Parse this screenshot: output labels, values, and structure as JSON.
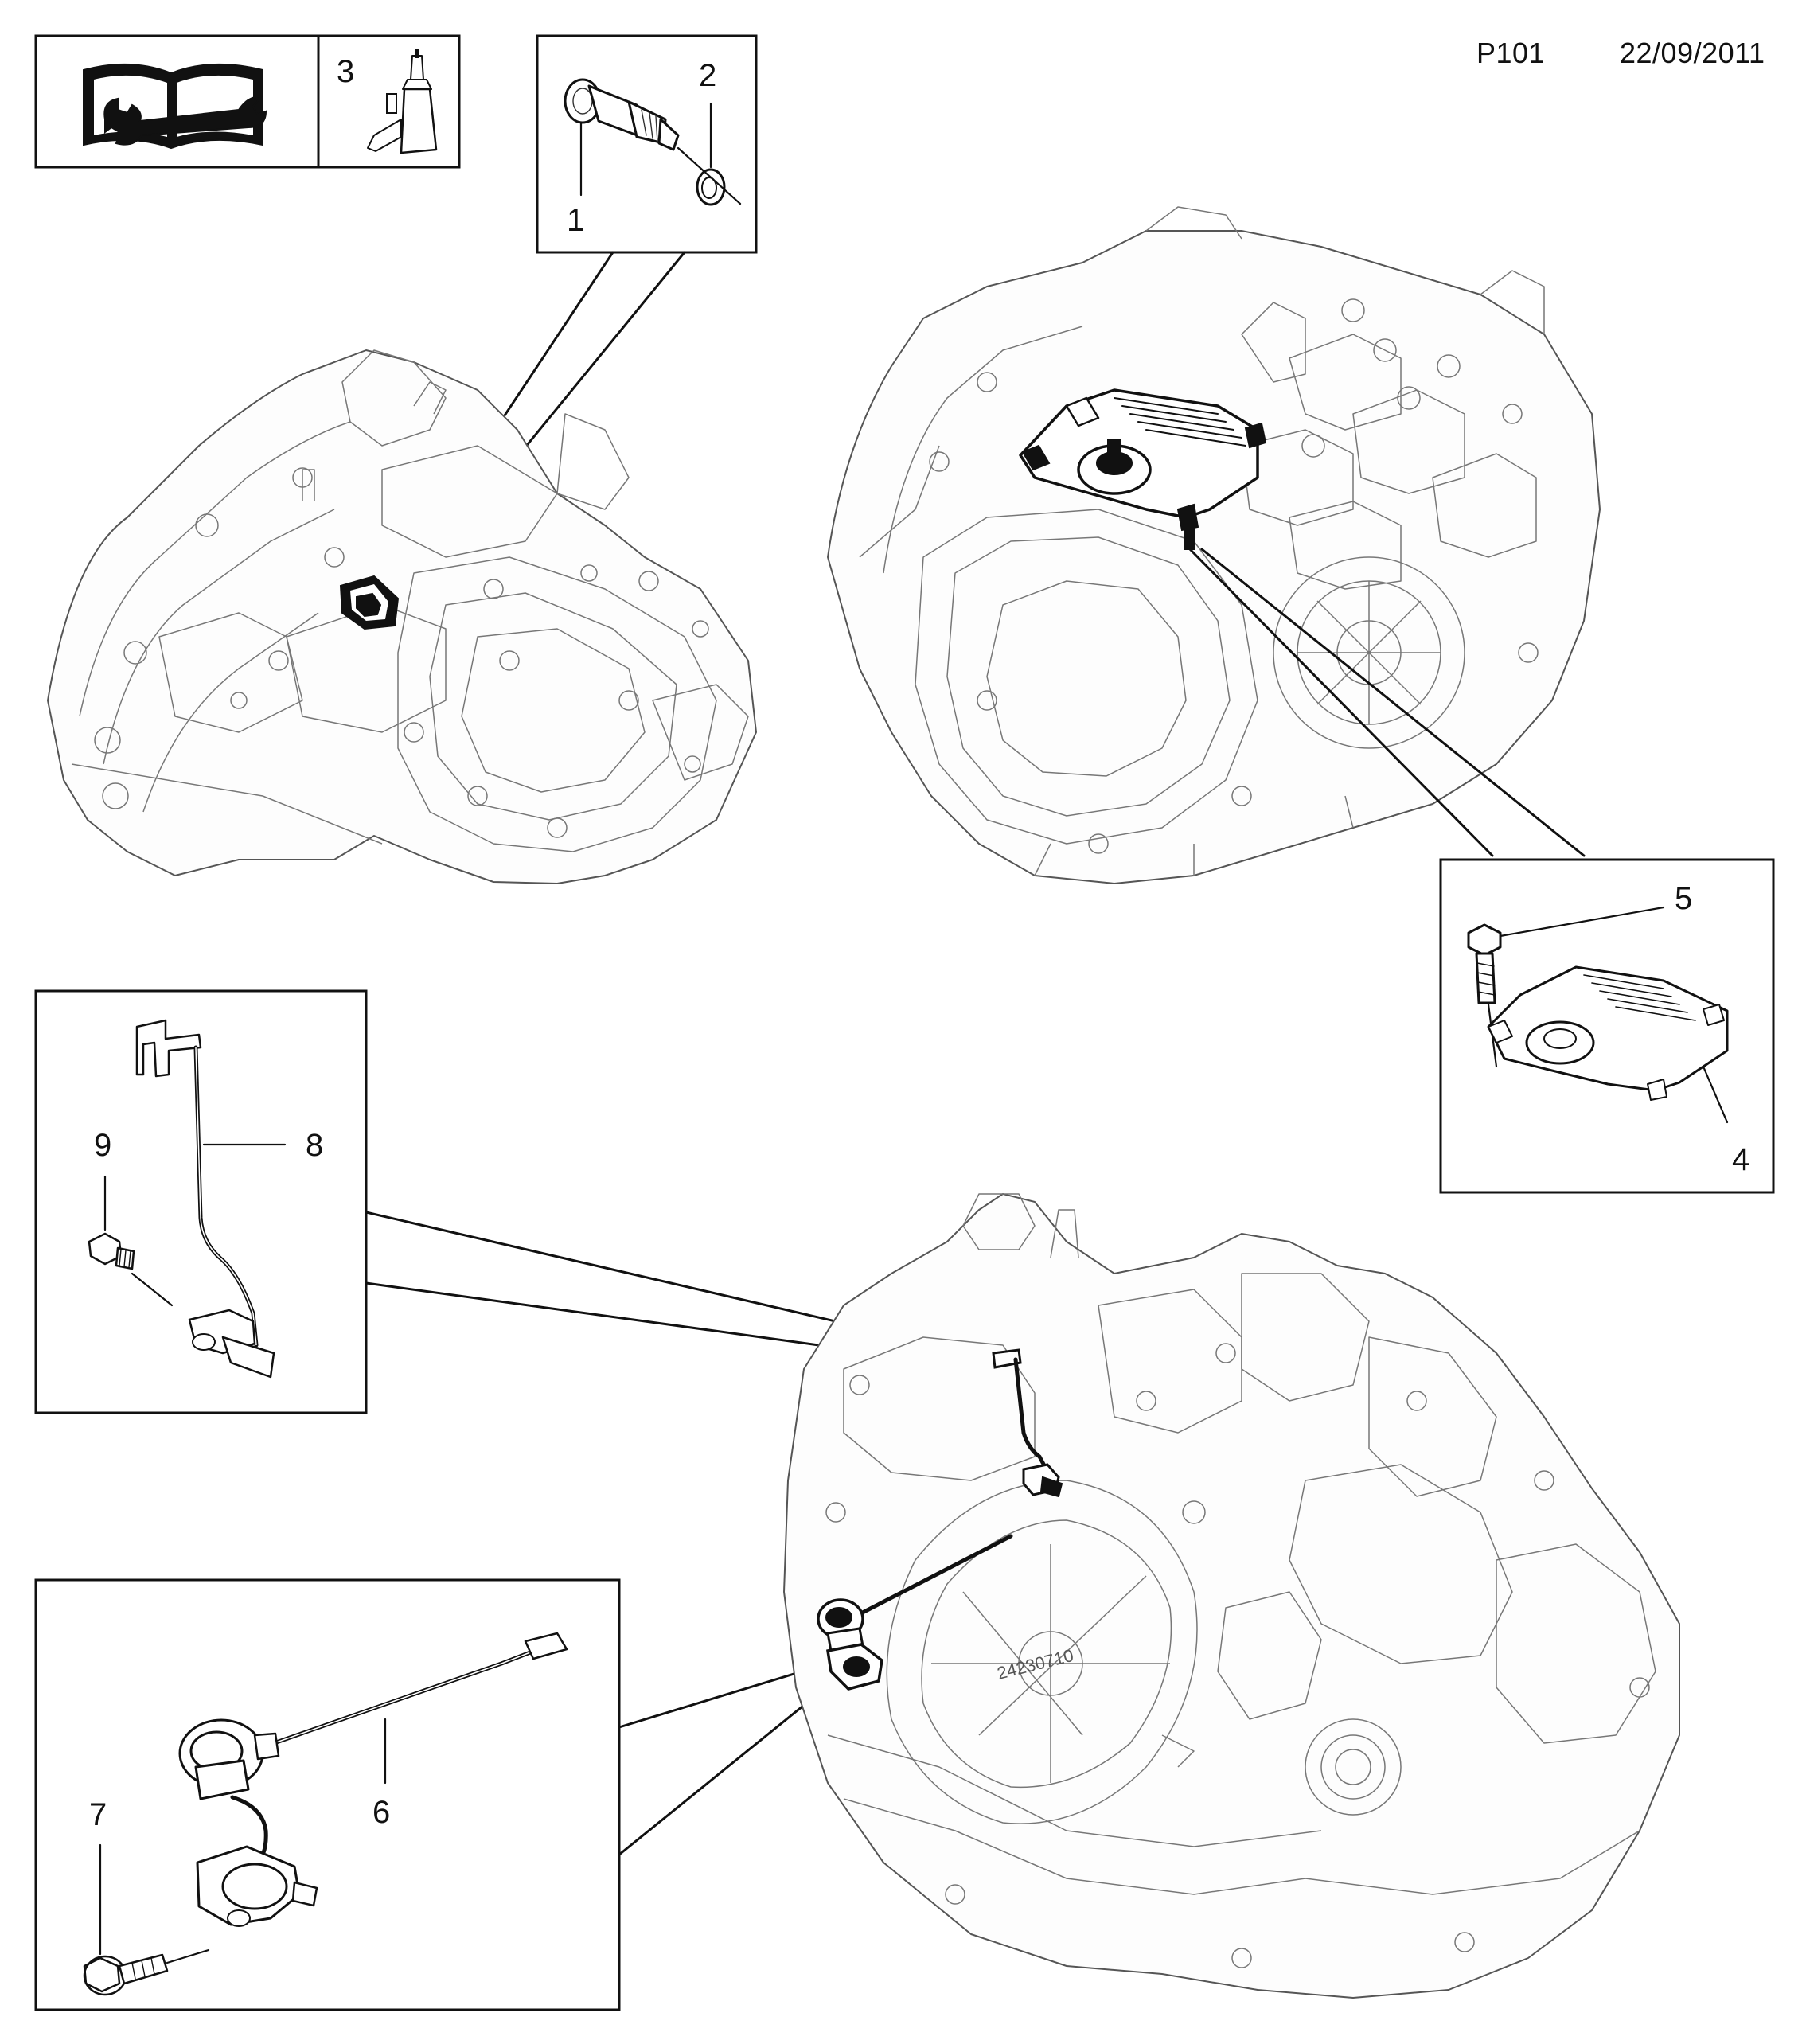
{
  "header": {
    "page_code": "P101",
    "date": "22/09/2011"
  },
  "legend": {
    "manual_icon": "book-wrench-icon",
    "sealant_callout": "3",
    "sealant_icon": "sealant-tube-icon"
  },
  "callouts": {
    "c1": "1",
    "c2": "2",
    "c4": "4",
    "c5": "5",
    "c6": "6",
    "c7": "7",
    "c8": "8",
    "c9": "9"
  },
  "stamp": "24230710",
  "colors": {
    "line": "#111111",
    "background": "#ffffff"
  }
}
